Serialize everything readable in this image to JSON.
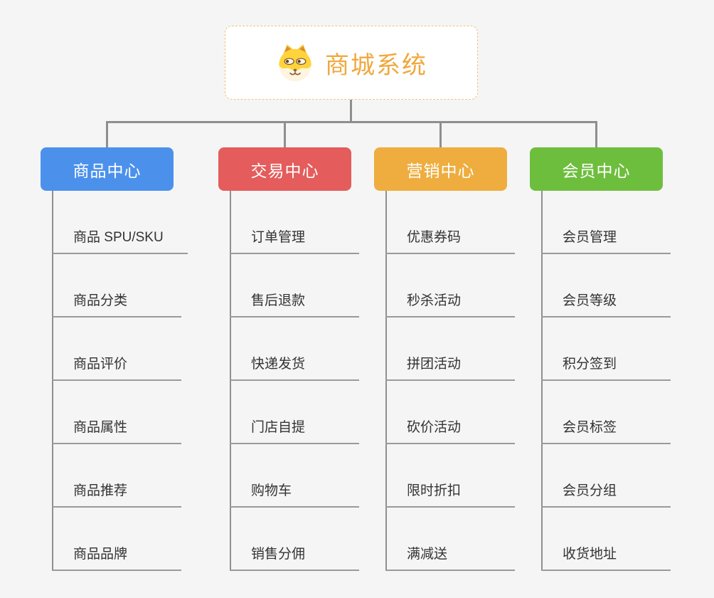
{
  "background_color": "#F5F5F5",
  "connector_color": "#8E8E8E",
  "root": {
    "title": "商城系统",
    "icon": "dog-face-icon",
    "text_color": "#F0A83E",
    "border_color": "#F2C27E"
  },
  "branches": [
    {
      "label": "商品中心",
      "color": "#4B91EC",
      "children": [
        "商品 SPU/SKU",
        "商品分类",
        "商品评价",
        "商品属性",
        "商品推荐",
        "商品品牌"
      ]
    },
    {
      "label": "交易中心",
      "color": "#E45C5C",
      "children": [
        "订单管理",
        "售后退款",
        "快递发货",
        "门店自提",
        "购物车",
        "销售分佣"
      ]
    },
    {
      "label": "营销中心",
      "color": "#EEAD3E",
      "children": [
        "优惠券码",
        "秒杀活动",
        "拼团活动",
        "砍价活动",
        "限时折扣",
        "满减送"
      ]
    },
    {
      "label": "会员中心",
      "color": "#6EBE3E",
      "children": [
        "会员管理",
        "会员等级",
        "积分签到",
        "会员标签",
        "会员分组",
        "收货地址"
      ]
    }
  ]
}
